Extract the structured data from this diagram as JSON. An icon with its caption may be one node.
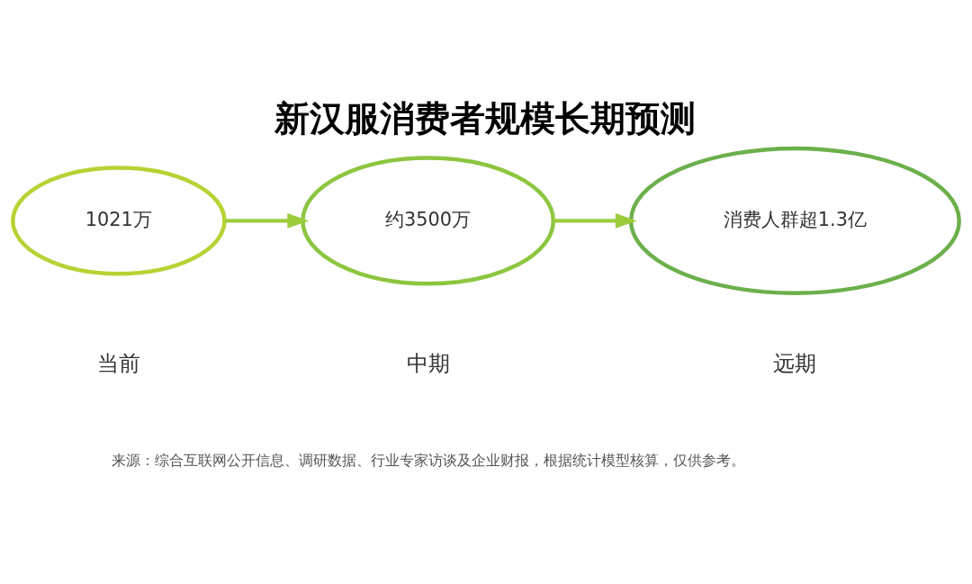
{
  "diagram": {
    "title": "新汉服消费者规模长期预测",
    "nodes": [
      {
        "text": [
          "1021万"
        ],
        "beside": [
          "当前"
        ]
      },
      {
        "text": [
          "约3500万"
        ],
        "beside": [
          "中期"
        ]
      },
      {
        "text": [
          "消费人群超1.3亿"
        ],
        "beside": [
          "远期"
        ]
      }
    ],
    "edges": [
      {
        "from": 0,
        "to": 1,
        "arrow": "to"
      },
      {
        "from": 1,
        "to": 2,
        "arrow": "to"
      }
    ],
    "labels": [
      "来源：综合互联网公开信息、调研数据、行业专家访谈及企业财报，根据统计模型核算，仅供参考。"
    ]
  }
}
